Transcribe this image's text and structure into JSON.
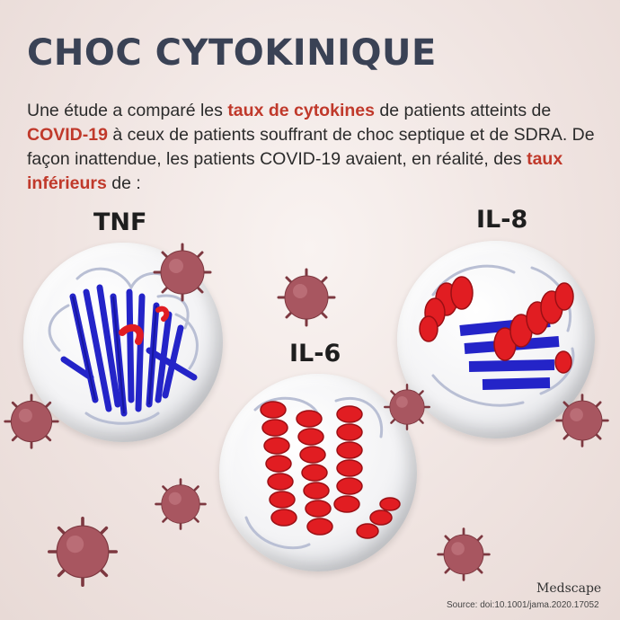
{
  "title": "CHOC CYTOKINIQUE",
  "intro": {
    "t1": "Une étude a comparé les ",
    "h1": "taux de cytokines",
    "t2": " de patients atteints de ",
    "h2": "COVID-19",
    "t3": " à ceux de patients souffrant de choc septique et de SDRA. De façon inattendue, les patients COVID-19 avaient, en réalité, des ",
    "h3": "taux inférieurs",
    "t4": " de :"
  },
  "cytokines": {
    "tnf": "TNF",
    "il6": "IL-6",
    "il8": "IL-8"
  },
  "colors": {
    "accent": "#c0392b",
    "title": "#3a4255",
    "helix": "#e11d22",
    "strand": "#2424c8",
    "virus": "#9c4a52"
  },
  "footer": {
    "logo": "Medscape",
    "source": "Source: doi:10.1001/jama.2020.17052"
  }
}
